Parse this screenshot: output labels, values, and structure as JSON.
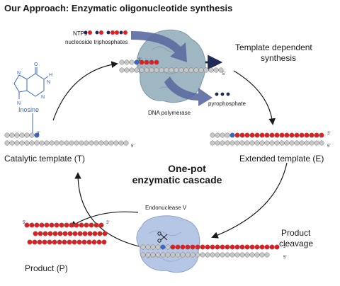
{
  "title": "Our Approach: Enzymatic oligonucleotide synthesis",
  "labels": {
    "ntps": "NTPs",
    "ntps_desc": "nucleoside triphosphates",
    "template_dependent": "Template dependent",
    "synthesis": "synthesis",
    "dna_polymerase": "DNA polymerase",
    "pyrophosphate": "pyrophosphate",
    "inosine": "Inosine",
    "catalytic_template": "Catalytic template (T)",
    "extended_template": "Extended template (E)",
    "one_pot": "One-pot",
    "cascade": "enzymatic cascade",
    "endonuclease": "Endonuclease V",
    "product_label": "Product",
    "cleavage_label": "cleavage",
    "product_p": "Product (P)",
    "prime3": "3'",
    "prime5": "5'"
  },
  "molecule": {
    "atoms": {
      "o": "O",
      "n": "N",
      "h": "H"
    }
  },
  "colors": {
    "red_bead": "#e02020",
    "grey_bead": "#c8c8c8",
    "blue_bead": "#3a67c9",
    "navy": "#1f2a55",
    "arrow_fill": "#5a6aa0",
    "enzyme_poly": "#9fb7c2",
    "enzyme_endo": "#b6c7e6"
  }
}
